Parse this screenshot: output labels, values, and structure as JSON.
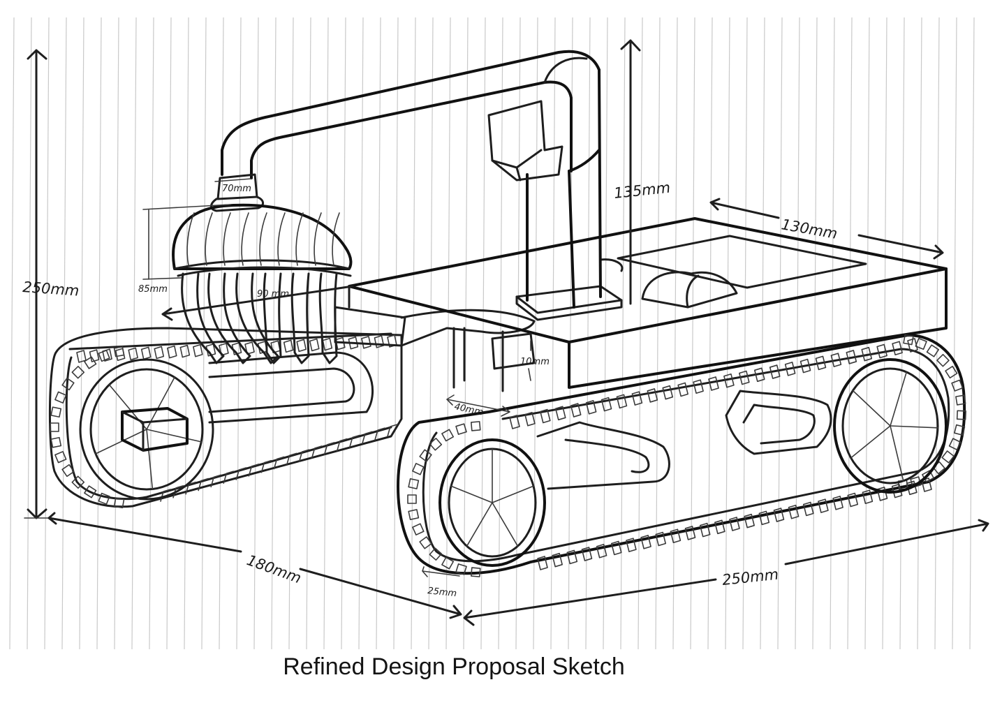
{
  "caption": "Refined Design Proposal Sketch",
  "dimensions": {
    "total_height": "250mm",
    "claw_height": "85mm",
    "claw_width": "90 mm",
    "neck_width": "70mm",
    "arm_height": "135mm",
    "platform_depth": "130mm",
    "platform_gap": "10mm",
    "track_gap": "40mm",
    "overall_width": "180mm",
    "track_width": "25mm",
    "overall_length": "250mm"
  },
  "colors": {
    "ink": "#1e1e1e",
    "paper": "#ffffff",
    "rule_lines": "#c9c9c9"
  }
}
